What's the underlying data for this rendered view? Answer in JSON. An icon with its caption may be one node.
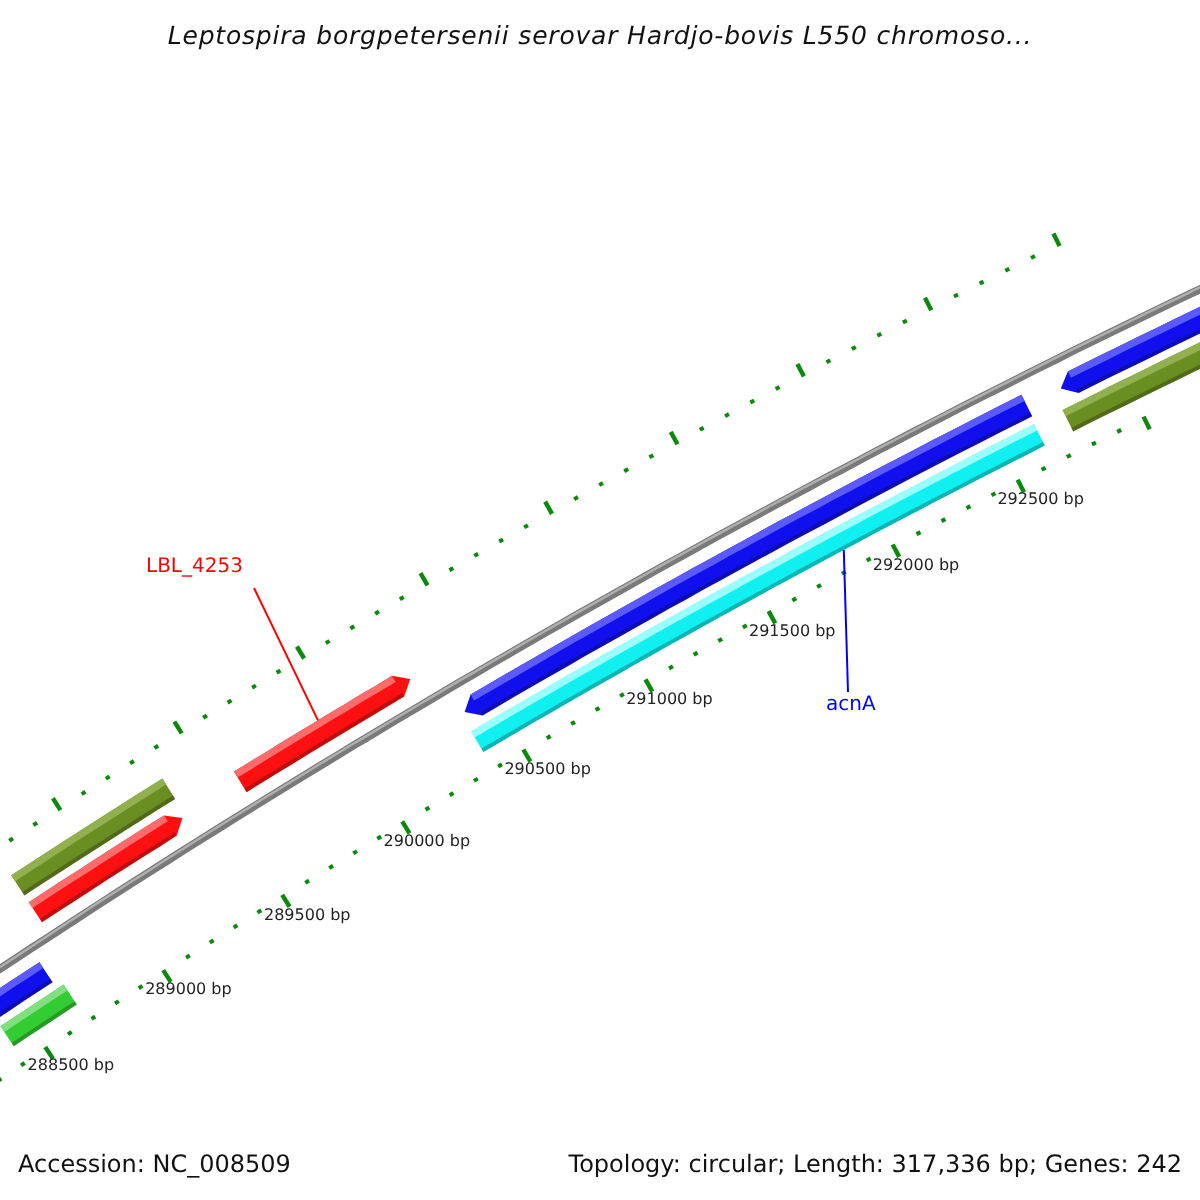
{
  "diagram": {
    "title": "Leptospira borgpetersenii serovar Hardjo-bovis L550 chromoso...",
    "nodes": [
      {
        "text": [
          "LBL_4253"
        ]
      },
      {
        "text": [],
        "shape": "bar"
      },
      {
        "text": [
          "acnA"
        ]
      },
      {
        "text": [],
        "shape": "bar"
      },
      {
        "text": [],
        "shape": "bar"
      },
      {
        "text": [],
        "shape": "bar"
      },
      {
        "text": [],
        "shape": "bar"
      },
      {
        "text": [],
        "shape": "bar"
      },
      {
        "text": [],
        "shape": "bar"
      },
      {
        "text": [],
        "shape": "bar"
      },
      {
        "text": [],
        "shape": "bar"
      }
    ],
    "edges": [
      {
        "from": 0,
        "to": 1,
        "arrow": "none",
        "color": "#ff0000"
      },
      {
        "from": 2,
        "to": 3,
        "arrow": "none",
        "color": "#0000ff"
      }
    ],
    "labels": [
      "292500 bp",
      "292000 bp",
      "291500 bp",
      "291000 bp",
      "290500 bp",
      "290000 bp",
      "289500 bp",
      "289000 bp",
      "288500 bp",
      "Accession: NC_008509",
      "Topology: circular; Length: 317,336 bp; Genes: 242"
    ]
  }
}
